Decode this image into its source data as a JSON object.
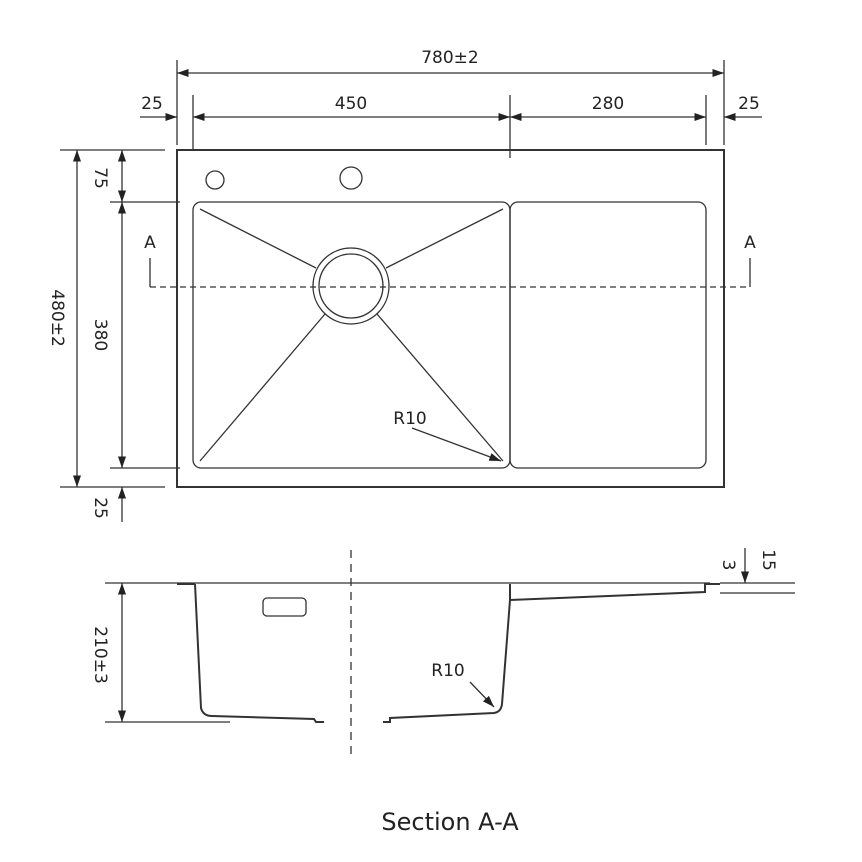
{
  "plan": {
    "overall_width": "780±2",
    "left_margin": "25",
    "bowl_width": "450",
    "drainboard_width": "280",
    "right_margin": "25",
    "overall_depth": "480±2",
    "back_margin": "75",
    "bowl_depth": "380",
    "front_margin": "25",
    "section_mark_left": "A",
    "section_mark_right": "A",
    "corner_radius": "R10"
  },
  "section": {
    "depth": "210±3",
    "flange_thickness": "3",
    "drainboard_offset": "15",
    "corner_radius": "R10",
    "title": "Section A-A"
  }
}
